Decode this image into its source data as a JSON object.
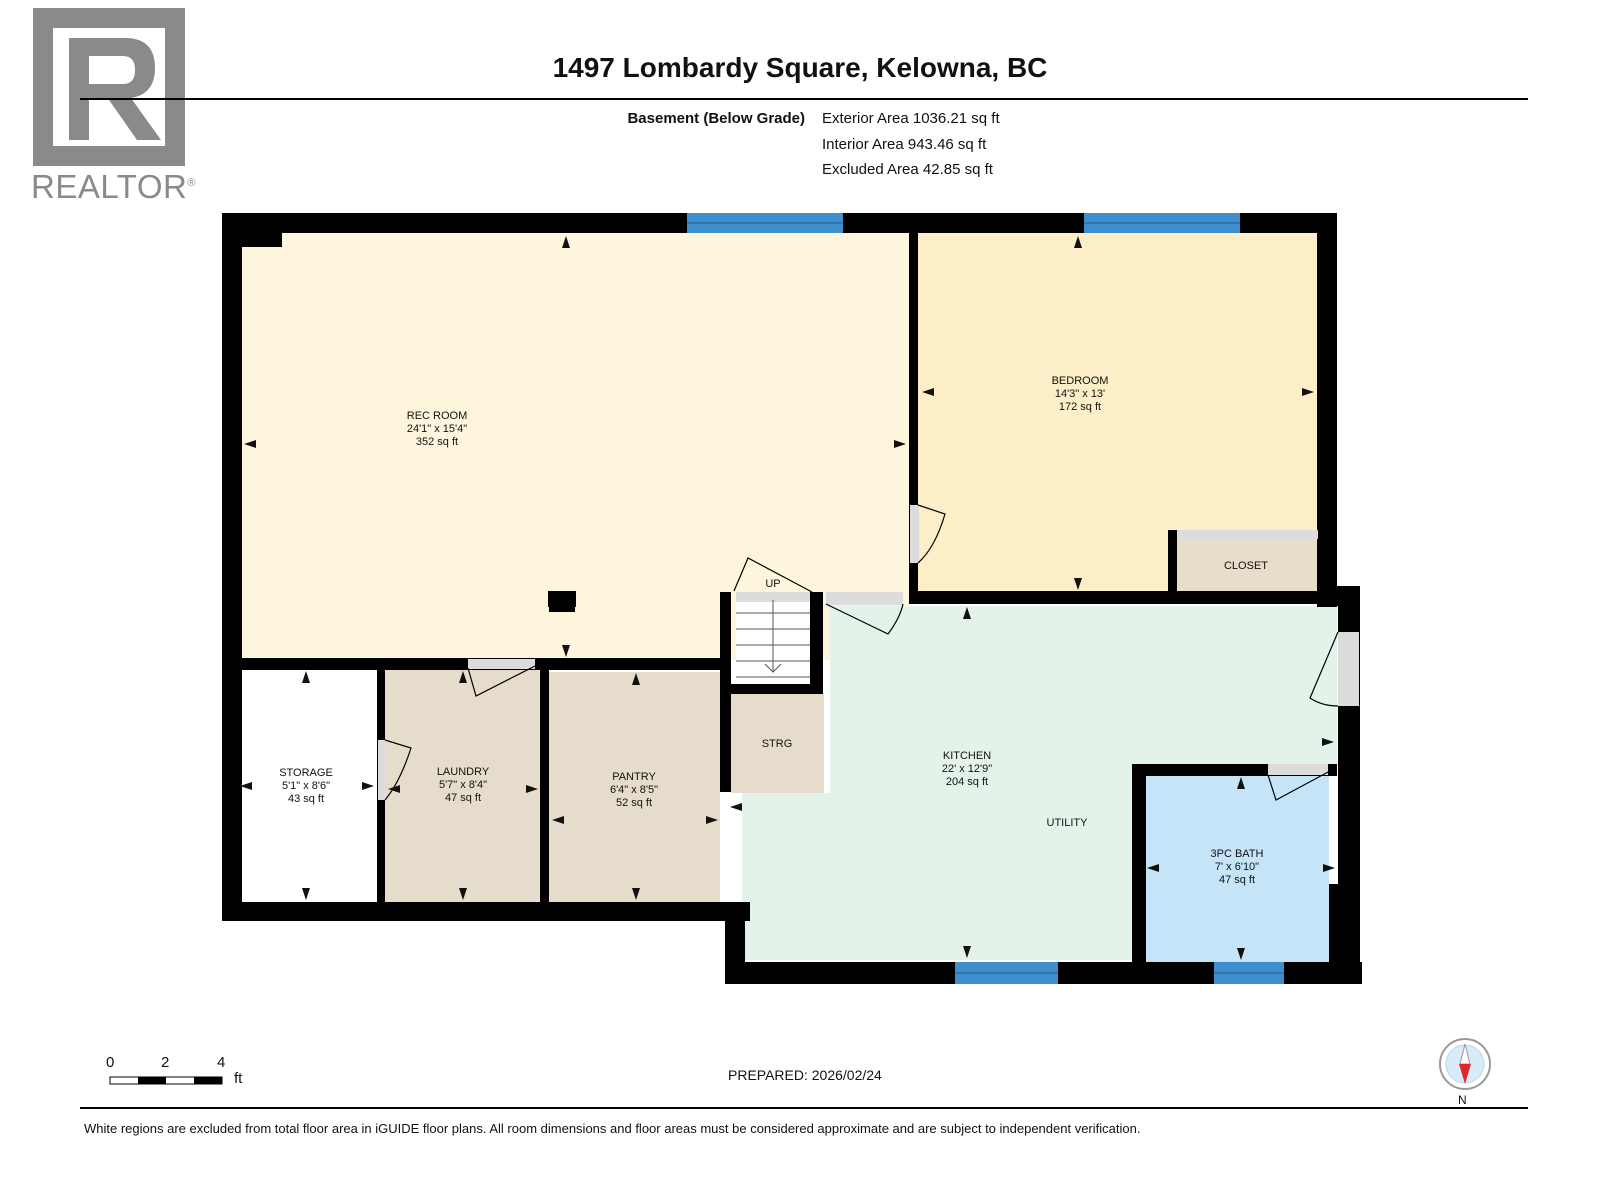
{
  "logo": {
    "letter": "R",
    "word": "REALTOR",
    "reg": "®"
  },
  "header": {
    "title": "1497 Lombardy Square, Kelowna, BC"
  },
  "summary": {
    "floor_label": "Basement (Below Grade)",
    "exterior_area": "Exterior Area 1036.21 sq ft",
    "interior_area": "Interior Area 943.46 sq ft",
    "excluded_area": "Excluded Area 42.85 sq ft"
  },
  "rooms": {
    "rec_room": {
      "name": "REC ROOM",
      "dims": "24'1\" x 15'4\"",
      "area": "352 sq ft"
    },
    "bedroom": {
      "name": "BEDROOM",
      "dims": "14'3\" x 13'",
      "area": "172 sq ft"
    },
    "closet": {
      "name": "CLOSET"
    },
    "storage": {
      "name": "STORAGE",
      "dims": "5'1\" x 8'6\"",
      "area": "43 sq ft"
    },
    "laundry": {
      "name": "LAUNDRY",
      "dims": "5'7\" x 8'4\"",
      "area": "47 sq ft"
    },
    "pantry": {
      "name": "PANTRY",
      "dims": "6'4\" x 8'5\"",
      "area": "52 sq ft"
    },
    "strg": {
      "name": "STRG"
    },
    "kitchen": {
      "name": "KITCHEN",
      "dims": "22' x 12'9\"",
      "area": "204 sq ft"
    },
    "utility": {
      "name": "UTILITY"
    },
    "bath": {
      "name": "3PC BATH",
      "dims": "7' x 6'10\"",
      "area": "47 sq ft"
    },
    "stairs_label": "UP"
  },
  "colors": {
    "wall": "#000000",
    "rec_room": "#fdf6dd",
    "bedroom": "#fcefc7",
    "closet": "#e8dccb",
    "storage": "#ffffff",
    "laundry": "#e6dccb",
    "pantry": "#e6dccb",
    "strg": "#e6dccb",
    "kitchen": "#e4f3ea",
    "bath": "#c6e4f7",
    "window": "#3f8fce",
    "logo_grey": "#8a8a8a",
    "compass_red": "#e0262b"
  },
  "scale": {
    "labels": [
      "0",
      "2",
      "4"
    ],
    "unit": "ft"
  },
  "prepared": "PREPARED: 2026/02/24",
  "compass": {
    "north": "N"
  },
  "footer": {
    "disclaimer": "White regions are excluded from total floor area in iGUIDE floor plans. All room dimensions and floor areas must be considered approximate and are subject to independent verification."
  }
}
